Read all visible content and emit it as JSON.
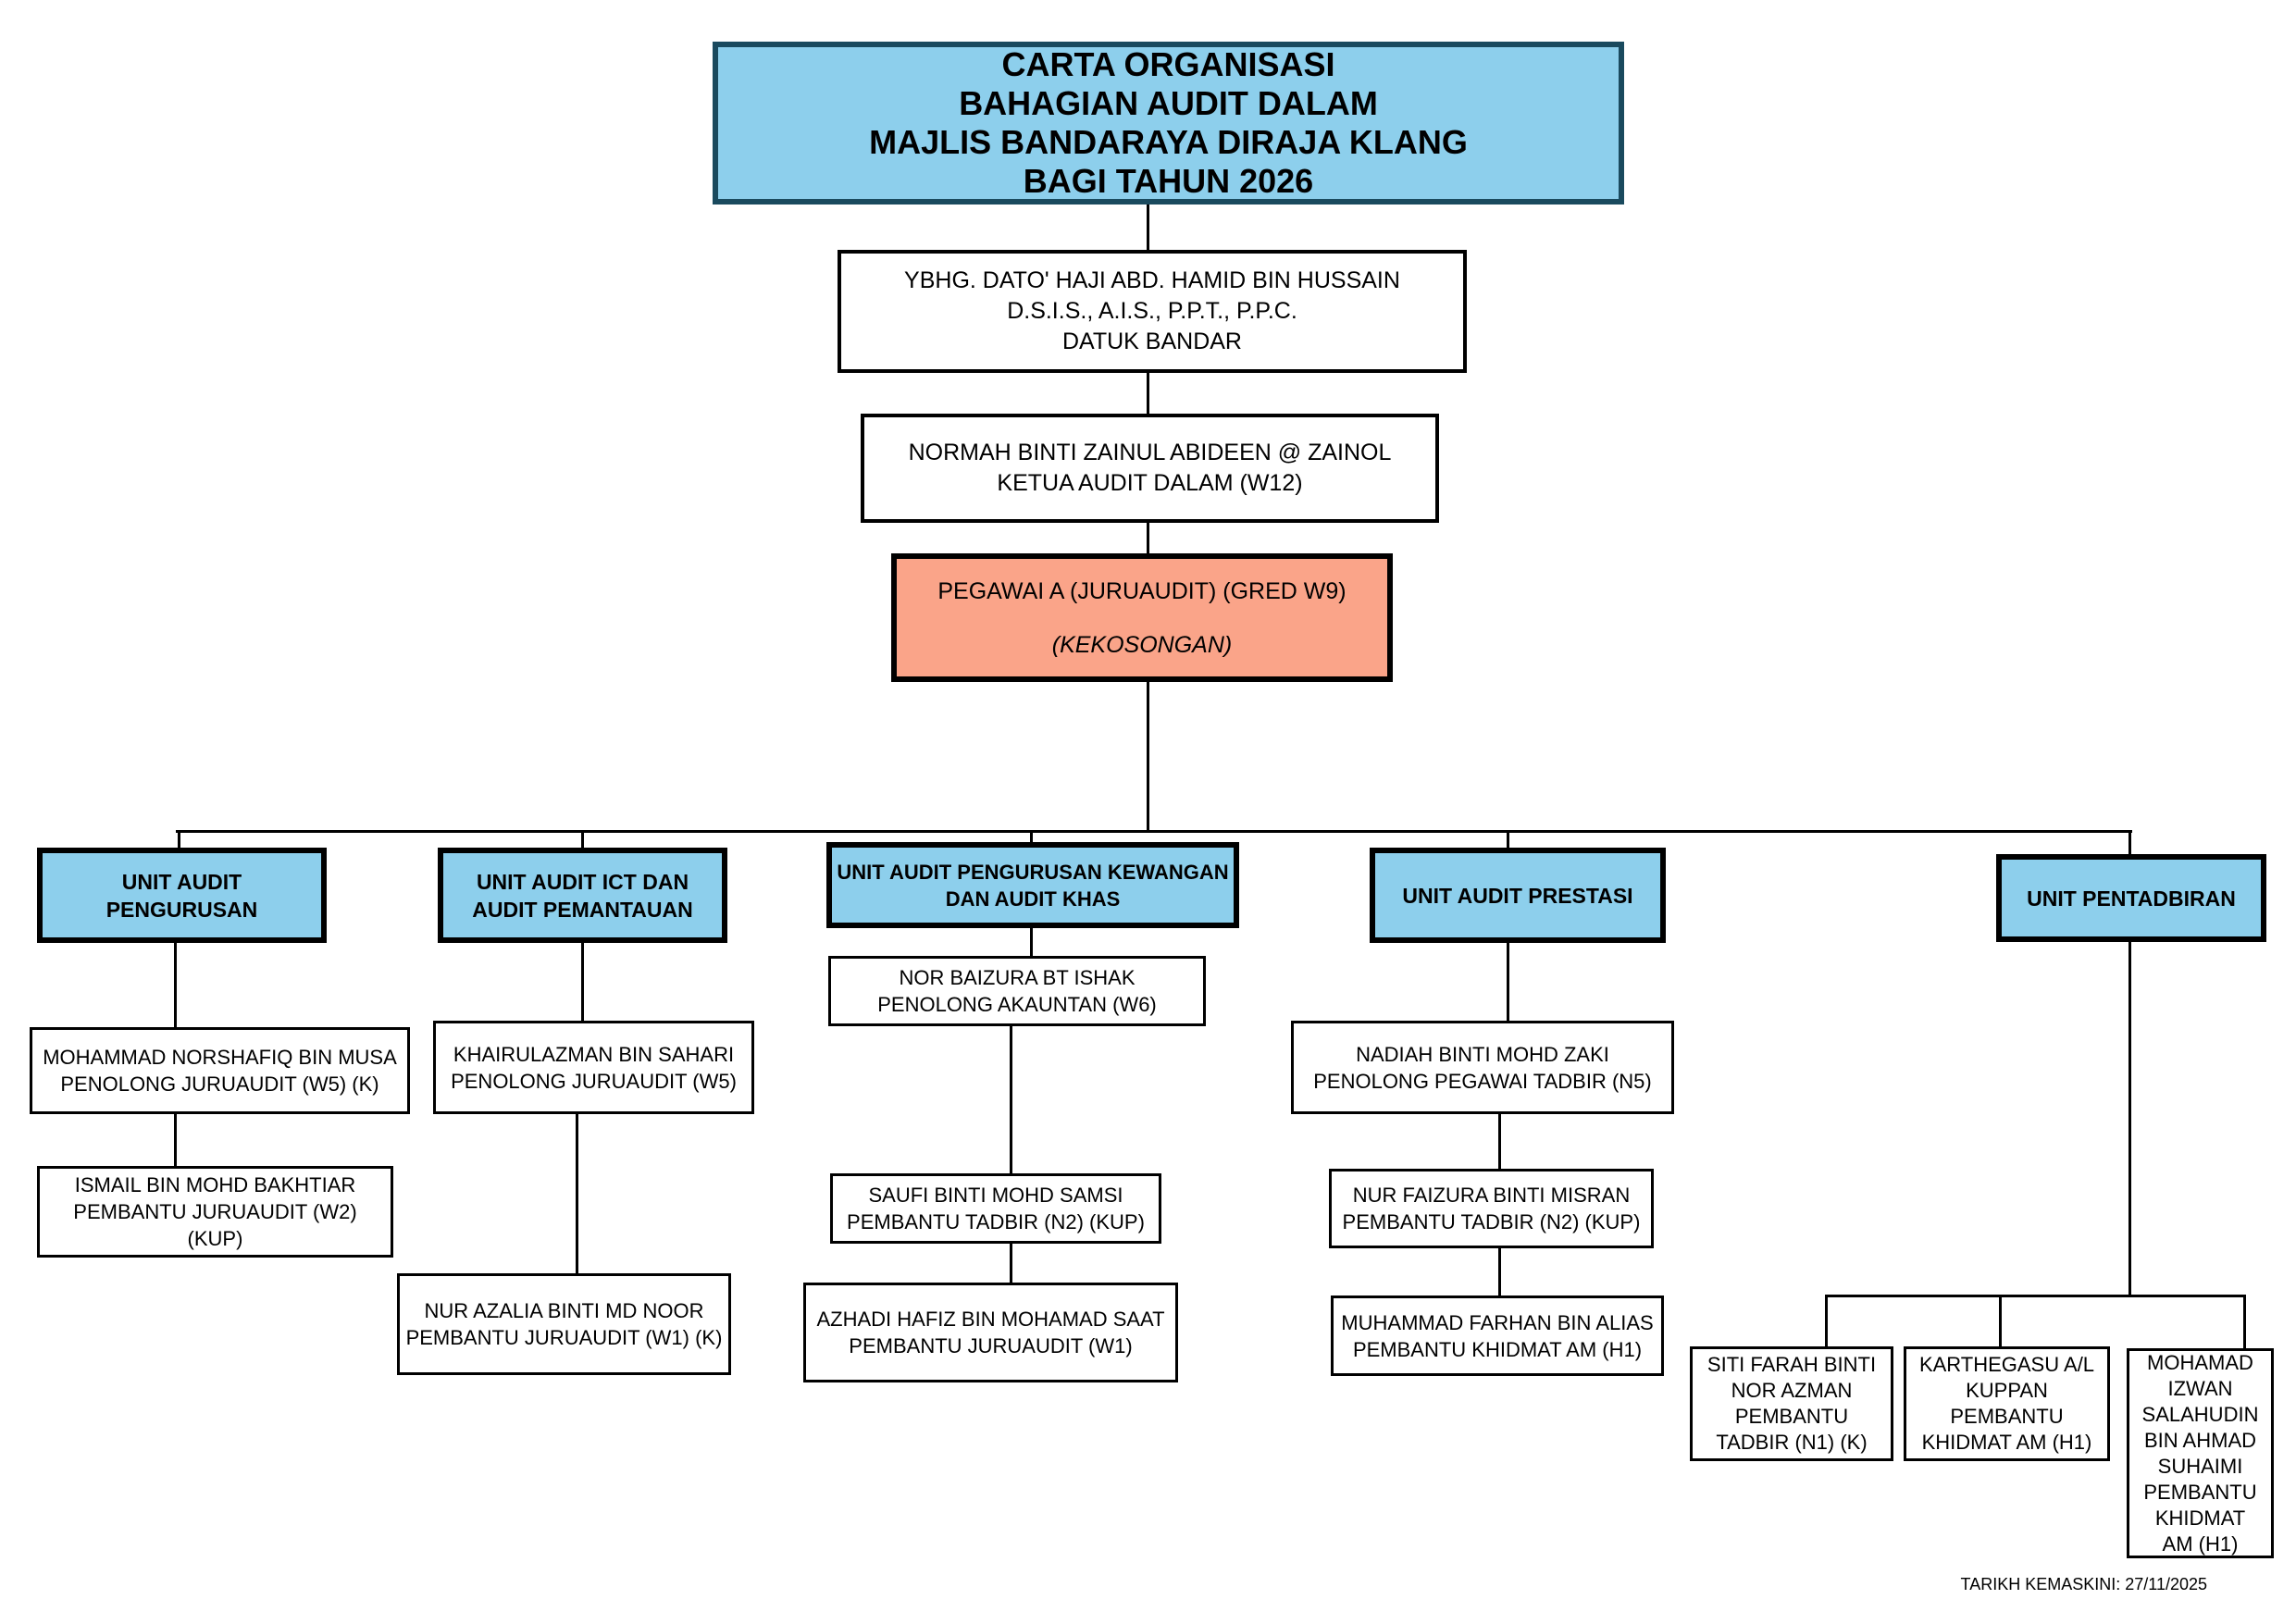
{
  "title": {
    "lines": [
      "CARTA ORGANISASI",
      "BAHAGIAN AUDIT DALAM",
      "MAJLIS BANDARAYA DIRAJA KLANG",
      "BAGI TAHUN 2026"
    ]
  },
  "datuk_bandar": {
    "lines": [
      "YBHG. DATO' HAJI ABD. HAMID BIN HUSSAIN",
      "D.S.I.S., A.I.S., P.P.T., P.P.C.",
      "DATUK BANDAR"
    ]
  },
  "ketua_audit": {
    "lines": [
      "NORMAH BINTI ZAINUL ABIDEEN @ ZAINOL",
      "KETUA AUDIT DALAM (W12)"
    ]
  },
  "vacancy": {
    "post": "PEGAWAI A (JURUAUDIT) (GRED W9)",
    "status": "(KEKOSONGAN)"
  },
  "units": [
    {
      "header": [
        "UNIT AUDIT",
        "PENGURUSAN"
      ],
      "staff": [
        {
          "lines": [
            "MOHAMMAD NORSHAFIQ BIN MUSA",
            "PENOLONG JURUAUDIT (W5) (K)"
          ]
        },
        {
          "lines": [
            "ISMAIL BIN MOHD BAKHTIAR",
            "PEMBANTU JURUAUDIT (W2)",
            "(KUP)"
          ]
        }
      ]
    },
    {
      "header": [
        "UNIT AUDIT ICT DAN",
        "AUDIT PEMANTAUAN"
      ],
      "staff": [
        {
          "lines": [
            "KHAIRULAZMAN BIN SAHARI",
            "PENOLONG JURUAUDIT (W5)"
          ]
        },
        {
          "lines": [
            "NUR AZALIA BINTI MD NOOR",
            "PEMBANTU JURUAUDIT (W1) (K)"
          ]
        }
      ]
    },
    {
      "header": [
        "UNIT AUDIT PENGURUSAN KEWANGAN",
        "DAN AUDIT KHAS"
      ],
      "staff": [
        {
          "lines": [
            "NOR BAIZURA BT ISHAK",
            "PENOLONG AKAUNTAN (W6)"
          ]
        },
        {
          "lines": [
            "SAUFI BINTI MOHD SAMSI",
            "PEMBANTU TADBIR (N2) (KUP)"
          ]
        },
        {
          "lines": [
            "AZHADI HAFIZ BIN MOHAMAD SAAT",
            "PEMBANTU JURUAUDIT (W1)"
          ]
        }
      ]
    },
    {
      "header": [
        "UNIT AUDIT PRESTASI"
      ],
      "staff": [
        {
          "lines": [
            "NADIAH BINTI MOHD ZAKI",
            "PENOLONG PEGAWAI TADBIR (N5)"
          ]
        },
        {
          "lines": [
            "NUR FAIZURA BINTI MISRAN",
            "PEMBANTU TADBIR (N2) (KUP)"
          ]
        },
        {
          "lines": [
            "MUHAMMAD FARHAN BIN ALIAS",
            "PEMBANTU KHIDMAT AM (H1)"
          ]
        }
      ]
    },
    {
      "header": [
        "UNIT PENTADBIRAN"
      ],
      "staff": [
        {
          "lines": [
            "SITI FARAH BINTI",
            "NOR AZMAN",
            "PEMBANTU",
            "TADBIR (N1) (K)"
          ]
        },
        {
          "lines": [
            "KARTHEGASU A/L",
            "KUPPAN",
            "PEMBANTU",
            "KHIDMAT AM (H1)"
          ]
        },
        {
          "lines": [
            "MOHAMAD",
            "IZWAN",
            "SALAHUDIN",
            "BIN AHMAD",
            "SUHAIMI",
            "PEMBANTU",
            "KHIDMAT",
            "AM (H1)"
          ]
        }
      ]
    }
  ],
  "footer": "TARIKH KEMASKINI: 27/11/2025",
  "colors": {
    "box_blue": "#8DCFEC",
    "vacancy_salmon": "#FAA489",
    "title_border": "#1A4A5E",
    "connector": "#000000"
  }
}
